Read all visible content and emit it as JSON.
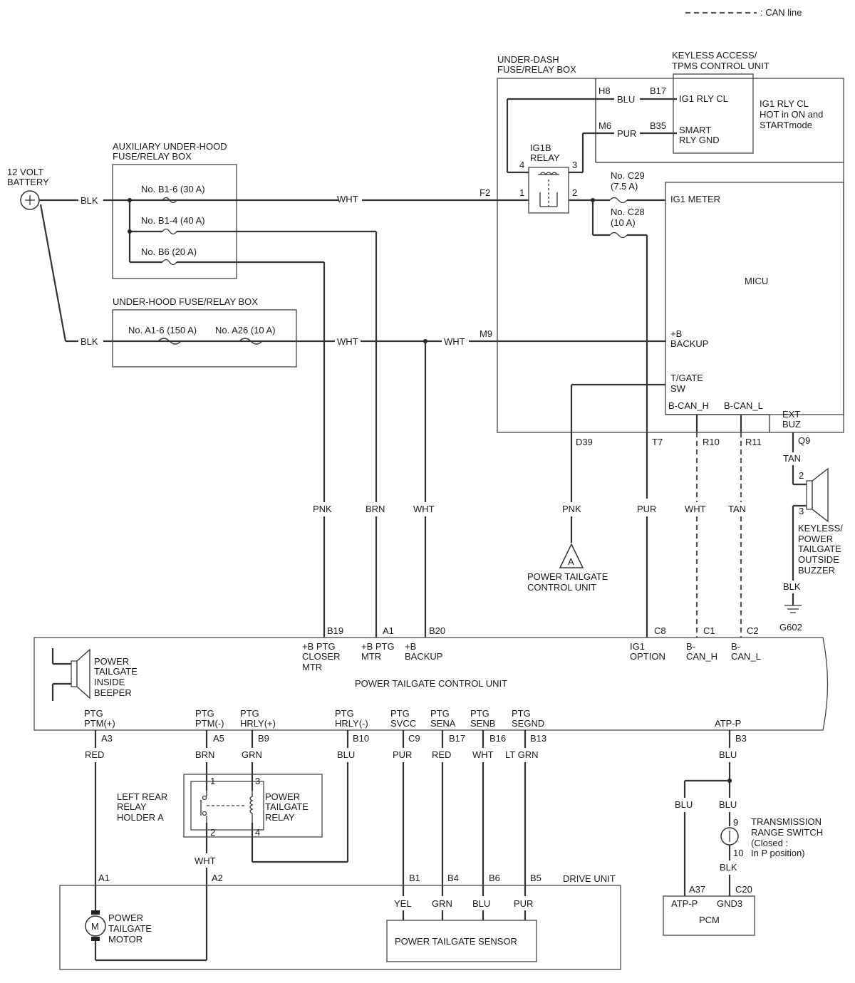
{
  "legend": {
    "can_line": ": CAN line"
  },
  "battery": {
    "line1": "12 VOLT",
    "line2": "BATTERY"
  },
  "aux_box": {
    "title1": "AUXILIARY UNDER-HOOD",
    "title2": "FUSE/RELAY BOX",
    "fuse1": "No. B1-6 (30 A)",
    "fuse2": "No. B1-4 (40 A)",
    "fuse3": "No. B6 (20 A)"
  },
  "uh_box": {
    "title": "UNDER-HOOD FUSE/RELAY BOX",
    "fuse1": "No. A1-6 (150 A)",
    "fuse2": "No. A26 (10 A)"
  },
  "ud_box": {
    "title1": "UNDER-DASH",
    "title2": "FUSE/RELAY BOX",
    "relay1": "IG1B",
    "relay2": "RELAY",
    "fuse_c29_a": "No. C29",
    "fuse_c29_b": "(7.5 A)",
    "fuse_c28_a": "No. C28",
    "fuse_c28_b": "(10 A)",
    "micu": "MICU",
    "ig1_meter": "IG1 METER",
    "b_backup1": "+B",
    "b_backup2": "BACKUP",
    "tgate1": "T/GATE",
    "tgate2": "SW",
    "bcanh": "B-CAN_H",
    "bcanl": "B-CAN_L",
    "extbuz1": "EXT",
    "extbuz2": "BUZ"
  },
  "keyless": {
    "title1": "KEYLESS ACCESS/",
    "title2": "TPMS CONTROL UNIT",
    "ig1rly": "IG1 RLY CL",
    "smart1": "SMART",
    "smart2": "RLY GND",
    "note1": "IG1 RLY CL",
    "note2": "HOT in ON and",
    "note3": "STARTmode"
  },
  "pins": {
    "h8": "H8",
    "b17": "B17",
    "m6": "M6",
    "b35": "B35",
    "p4": "4",
    "p3": "3",
    "p1": "1",
    "p2": "2",
    "f2": "F2",
    "m9": "M9",
    "d39": "D39",
    "t7": "T7",
    "r10": "R10",
    "r11": "R11",
    "q9": "Q9",
    "bz2": "2",
    "bz3": "3",
    "b19": "B19",
    "a1": "A1",
    "b20": "B20",
    "c8": "C8",
    "c1": "C1",
    "c2": "C2",
    "a3": "A3",
    "a5": "A5",
    "b9": "B9",
    "b10": "B10",
    "c9": "C9",
    "b17b": "B17",
    "b16": "B16",
    "b13": "B13",
    "b3": "B3",
    "r1": "1",
    "r3": "3",
    "r2": "2",
    "r4": "4",
    "da1": "A1",
    "da2": "A2",
    "db1": "B1",
    "db4": "B4",
    "db6": "B6",
    "db5": "B5",
    "t9": "9",
    "t10": "10",
    "a37": "A37",
    "c20": "C20"
  },
  "wires": {
    "blk1": "BLK",
    "blk2": "BLK",
    "wht1": "WHT",
    "wht2": "WHT",
    "wht3": "WHT",
    "blu_h8": "BLU",
    "pur_m6": "PUR",
    "pnk1": "PNK",
    "brn1": "BRN",
    "wht4": "WHT",
    "pnk2": "PNK",
    "pur1": "PUR",
    "wht5": "WHT",
    "tan1": "TAN",
    "tan2": "TAN",
    "blk3": "BLK",
    "red1": "RED",
    "brn2": "BRN",
    "grn1": "GRN",
    "blu1": "BLU",
    "pur2": "PUR",
    "red2": "RED",
    "wht6": "WHT",
    "ltgrn": "LT GRN",
    "blu2": "BLU",
    "blu3": "BLU",
    "blu4": "BLU",
    "blk4": "BLK",
    "wht7": "WHT",
    "yel": "YEL",
    "grn2": "GRN",
    "blu5": "BLU",
    "pur3": "PUR"
  },
  "buzzer": {
    "l1": "KEYLESS/",
    "l2": "POWER",
    "l3": "TAILGATE",
    "l4": "OUTSIDE",
    "l5": "BUZZER",
    "ground": "G602"
  },
  "ptg_ref": {
    "letter": "A",
    "l1": "POWER TAILGATE",
    "l2": "CONTROL UNIT"
  },
  "ptcu": {
    "title": "POWER TAILGATE CONTROL UNIT",
    "beeper1": "POWER",
    "beeper2": "TAILGATE",
    "beeper3": "INSIDE",
    "beeper4": "BEEPER",
    "closer1": "+B PTG",
    "closer2": "CLOSER",
    "closer3": "MTR",
    "mtr1": "+B PTG",
    "mtr2": "MTR",
    "backup1": "+B",
    "backup2": "BACKUP",
    "ig1opt1": "IG1",
    "ig1opt2": "OPTION",
    "canh1": "B-",
    "canh2": "CAN_H",
    "canl1": "B-",
    "canl2": "CAN_L",
    "ptm_p1": "PTG",
    "ptm_p2": "PTM(+)",
    "ptm_m1": "PTG",
    "ptm_m2": "PTM(-)",
    "hrly_p1": "PTG",
    "hrly_p2": "HRLY(+)",
    "hrly_m1": "PTG",
    "hrly_m2": "HRLY(-)",
    "svcc1": "PTG",
    "svcc2": "SVCC",
    "sena1": "PTG",
    "sena2": "SENA",
    "senb1": "PTG",
    "senb2": "SENB",
    "segnd1": "PTG",
    "segnd2": "SEGND",
    "atpp": "ATP-P"
  },
  "relay_holder": {
    "l1": "LEFT REAR",
    "l2": "RELAY",
    "l3": "HOLDER A",
    "r1": "POWER",
    "r2": "TAILGATE",
    "r3": "RELAY"
  },
  "drive": {
    "title": "DRIVE UNIT",
    "motor_sym": "M",
    "motor1": "POWER",
    "motor2": "TAILGATE",
    "motor3": "MOTOR",
    "sensor": "POWER TAILGATE SENSOR"
  },
  "trs": {
    "l1": "TRANSMISSION",
    "l2": "RANGE SWITCH",
    "l3": "(Closed :",
    "l4": "In P position)"
  },
  "pcm": {
    "atpp": "ATP-P",
    "gnd3": "GND3",
    "title": "PCM"
  }
}
